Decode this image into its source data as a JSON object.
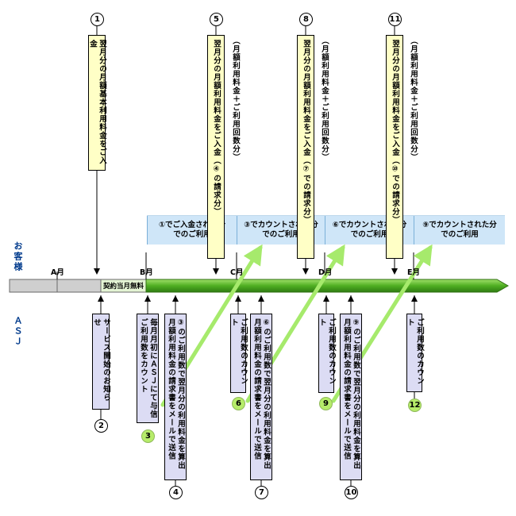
{
  "side_labels": {
    "customer": "お客様",
    "asj": "ＡＳＪ"
  },
  "months": [
    "A月",
    "B月",
    "C月",
    "D月",
    "E月"
  ],
  "timeline": {
    "free_label": "契約当月無料"
  },
  "customer_steps": [
    {
      "num": "1",
      "text": "翌月分の月額基本利用料金をご入金",
      "note": ""
    },
    {
      "num": "5",
      "text": "翌月分の月額利用料金をご入金（④の請求分）",
      "note": "（月額利用料金＋ご利用回数分）"
    },
    {
      "num": "8",
      "text": "翌月分の月額利用料金をご入金（⑦での請求分）",
      "note": "（月額利用料金＋ご利用回数分）"
    },
    {
      "num": "11",
      "text": "翌月分の月額利用料金をご入金（⑩での請求分）",
      "note": "（月額利用料金＋ご利用回数分）"
    }
  ],
  "usage_boxes": [
    "①でご入金された分でのご利用",
    "③でカウントされた分でのご利用",
    "⑥でカウントされた分でのご利用",
    "⑨でカウントされた分でのご利用"
  ],
  "asj_steps": [
    {
      "num": "2",
      "text": "サービス開始のお知らせ",
      "green": false
    },
    {
      "num": "3",
      "text": "毎月月初にＡＳＪにて与信ご利用数をカウント",
      "green": true
    },
    {
      "num": "4",
      "text": "③のご利用数で翌月分の利用料金を算出月額利用料金の請求書をメールで送信",
      "green": false
    },
    {
      "num": "6",
      "text": "ご利用数のカウント",
      "green": true
    },
    {
      "num": "7",
      "text": "⑥のご利用数で翌月分の利用料金を算出月額利用料金の請求書をメールで送信",
      "green": false
    },
    {
      "num": "9",
      "text": "ご利用数のカウント",
      "green": true
    },
    {
      "num": "10",
      "text": "⑨のご利用数で翌月分の利用料金を算出月額利用料金の請求書をメールで送信",
      "green": false
    },
    {
      "num": "12",
      "text": "ご利用数のカウント",
      "green": true
    }
  ],
  "colors": {
    "customer_box": "#ffffc6",
    "asj_box": "#dcdcf4",
    "usage_box": "#cfe6f8",
    "timeline_green": "#5ab828",
    "arrow_green": "#a6ea6c",
    "side_label": "#003a8c"
  }
}
